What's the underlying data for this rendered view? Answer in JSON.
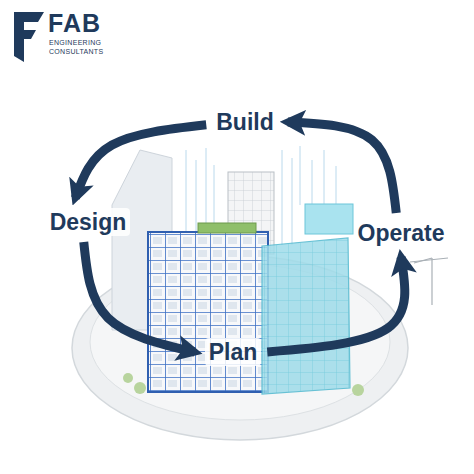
{
  "diagram": {
    "nodes": [
      {
        "text": [
          "Build"
        ]
      },
      {
        "text": [
          "Design"
        ]
      },
      {
        "text": [
          "Plan"
        ]
      },
      {
        "text": [
          "Operate"
        ]
      }
    ],
    "edges": [
      {
        "from": 0,
        "to": 1,
        "arrow": "to"
      },
      {
        "from": 1,
        "to": 2,
        "arrow": "to"
      },
      {
        "from": 2,
        "to": 3,
        "arrow": "to"
      },
      {
        "from": 3,
        "to": 0,
        "arrow": "to"
      }
    ],
    "labels": [
      "FAB",
      "ENGINEERING CONSULTANTS"
    ]
  }
}
